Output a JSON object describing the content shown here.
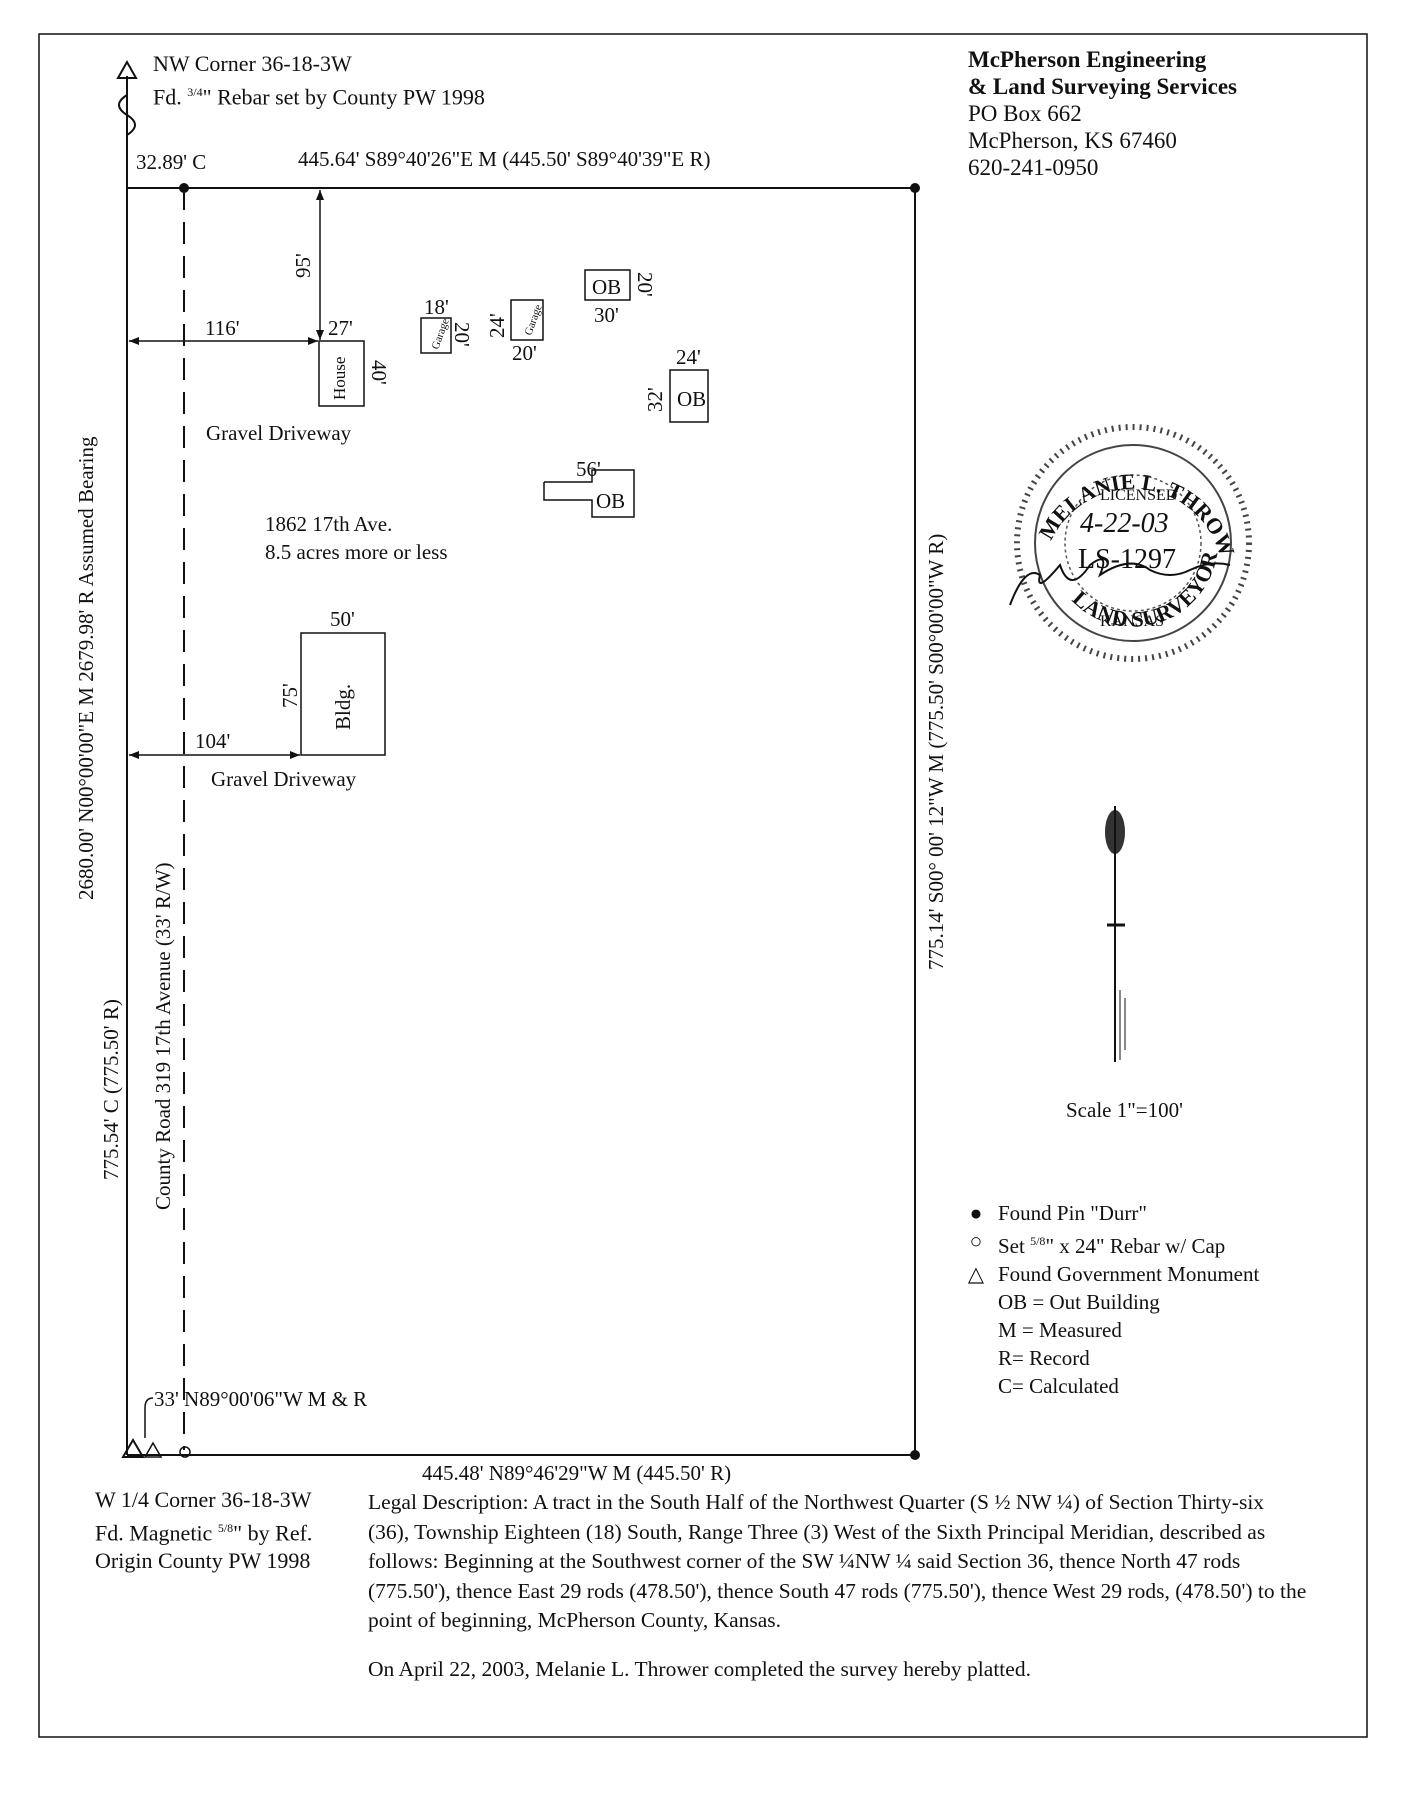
{
  "firm": {
    "name_line1": "McPherson Engineering",
    "name_line2": "& Land Surveying Services",
    "po_box": "PO Box 662",
    "city": "McPherson, KS  67460",
    "phone": "620-241-0950"
  },
  "nw_corner": {
    "line1": "NW Corner 36-18-3W",
    "line2_prefix": "Fd. ",
    "line2_frac": "3/4",
    "line2_suffix": "\" Rebar set by County PW 1998"
  },
  "w_corner": {
    "line1": "W 1/4 Corner 36-18-3W",
    "line2_prefix": "Fd. Magnetic ",
    "line2_frac": "5/8",
    "line2_suffix": "\" by Ref.",
    "line3": "Origin County PW 1998"
  },
  "dimensions": {
    "north_offset": "32.89' C",
    "north_line": "445.64' S89°40'26\"E M (445.50' S89°40'39\"E R)",
    "south_line": "445.48' N89°46'29\"W M (445.50' R)",
    "east_line": "775.14' S00° 00' 12\"W M (775.50' S00°00'00\"W R)",
    "west_section": "2680.00' N00°00'00\"E M 2679.98' R Assumed Bearing",
    "west_line": "775.54' C (775.50' R)",
    "road": "County Road 319  17th Avenue (33'  R/W)",
    "south_offset": "33' N89°00'06\"W M & R",
    "house_north": "95'",
    "house_west": "116'",
    "bldg_west": "104'"
  },
  "structures": {
    "house": {
      "label": "House",
      "w": "27'",
      "d": "40'"
    },
    "garage1": {
      "label": "Garage",
      "w": "18'",
      "d": "20'"
    },
    "garage2": {
      "label": "Garage",
      "w": "20'",
      "d": "24'"
    },
    "ob1": {
      "label": "OB",
      "w": "30'",
      "d": "20'"
    },
    "ob2": {
      "label": "OB",
      "w": "24'",
      "d": "32'"
    },
    "ob3": {
      "label": "OB",
      "w": "56'"
    },
    "bldg": {
      "label": "Bldg.",
      "w": "50'",
      "d": "75'"
    }
  },
  "driveway_north": "Gravel Driveway",
  "driveway_south": "Gravel Driveway",
  "address": "1862 17th Ave.",
  "acreage": "8.5 acres more or less",
  "scale": "Scale 1\"=100'",
  "seal": {
    "top": "MELANIE L. THROWER",
    "licensed": "LICENSED",
    "date": "4-22-03",
    "number": "LS-1297",
    "state": "KANSAS",
    "bottom": "LAND SURVEYOR"
  },
  "legend": {
    "found_pin": "Found Pin \"Durr\"",
    "set_rebar_prefix": "Set ",
    "set_rebar_frac": "5/8",
    "set_rebar_suffix": "\" x 24\" Rebar w/ Cap",
    "gov_monument": "Found Government Monument",
    "ob": "OB = Out Building",
    "m": "M = Measured",
    "r": "R= Record",
    "c": "C= Calculated"
  },
  "legal": {
    "p1": "Legal Description:  A tract in the South Half of the Northwest Quarter (S ½ NW ¼) of Section Thirty-six (36), Township Eighteen (18) South, Range Three (3) West of the Sixth Principal Meridian, described as follows:  Beginning at the Southwest corner of the SW ¼NW ¼ said Section 36, thence North 47 rods (775.50'), thence East 29 rods (478.50'), thence South 47 rods (775.50'), thence West 29 rods, (478.50') to the point of beginning, McPherson County, Kansas.",
    "p2": "On April 22, 2003, Melanie L. Thrower completed the survey hereby platted."
  }
}
